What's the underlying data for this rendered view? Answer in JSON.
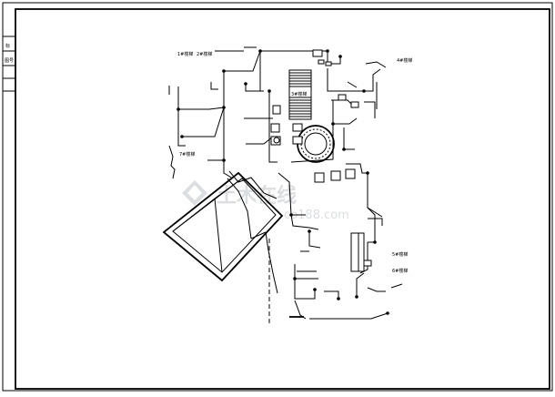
{
  "title_block": {
    "codes": [
      "标",
      "图号"
    ]
  },
  "labels": {
    "stair_1": "1#楼梯",
    "stair_2": "2#楼梯",
    "stair_3": "3#楼梯",
    "stair_4": "4#楼梯",
    "stair_5": "5#楼梯",
    "stair_6": "6#楼梯",
    "stair_7": "7#楼梯"
  },
  "watermark": {
    "brand": "土木在线",
    "url": "co188.com"
  },
  "colors": {
    "line": "#000000",
    "watermark": "#d8dadd",
    "paper": "#ffffff"
  }
}
